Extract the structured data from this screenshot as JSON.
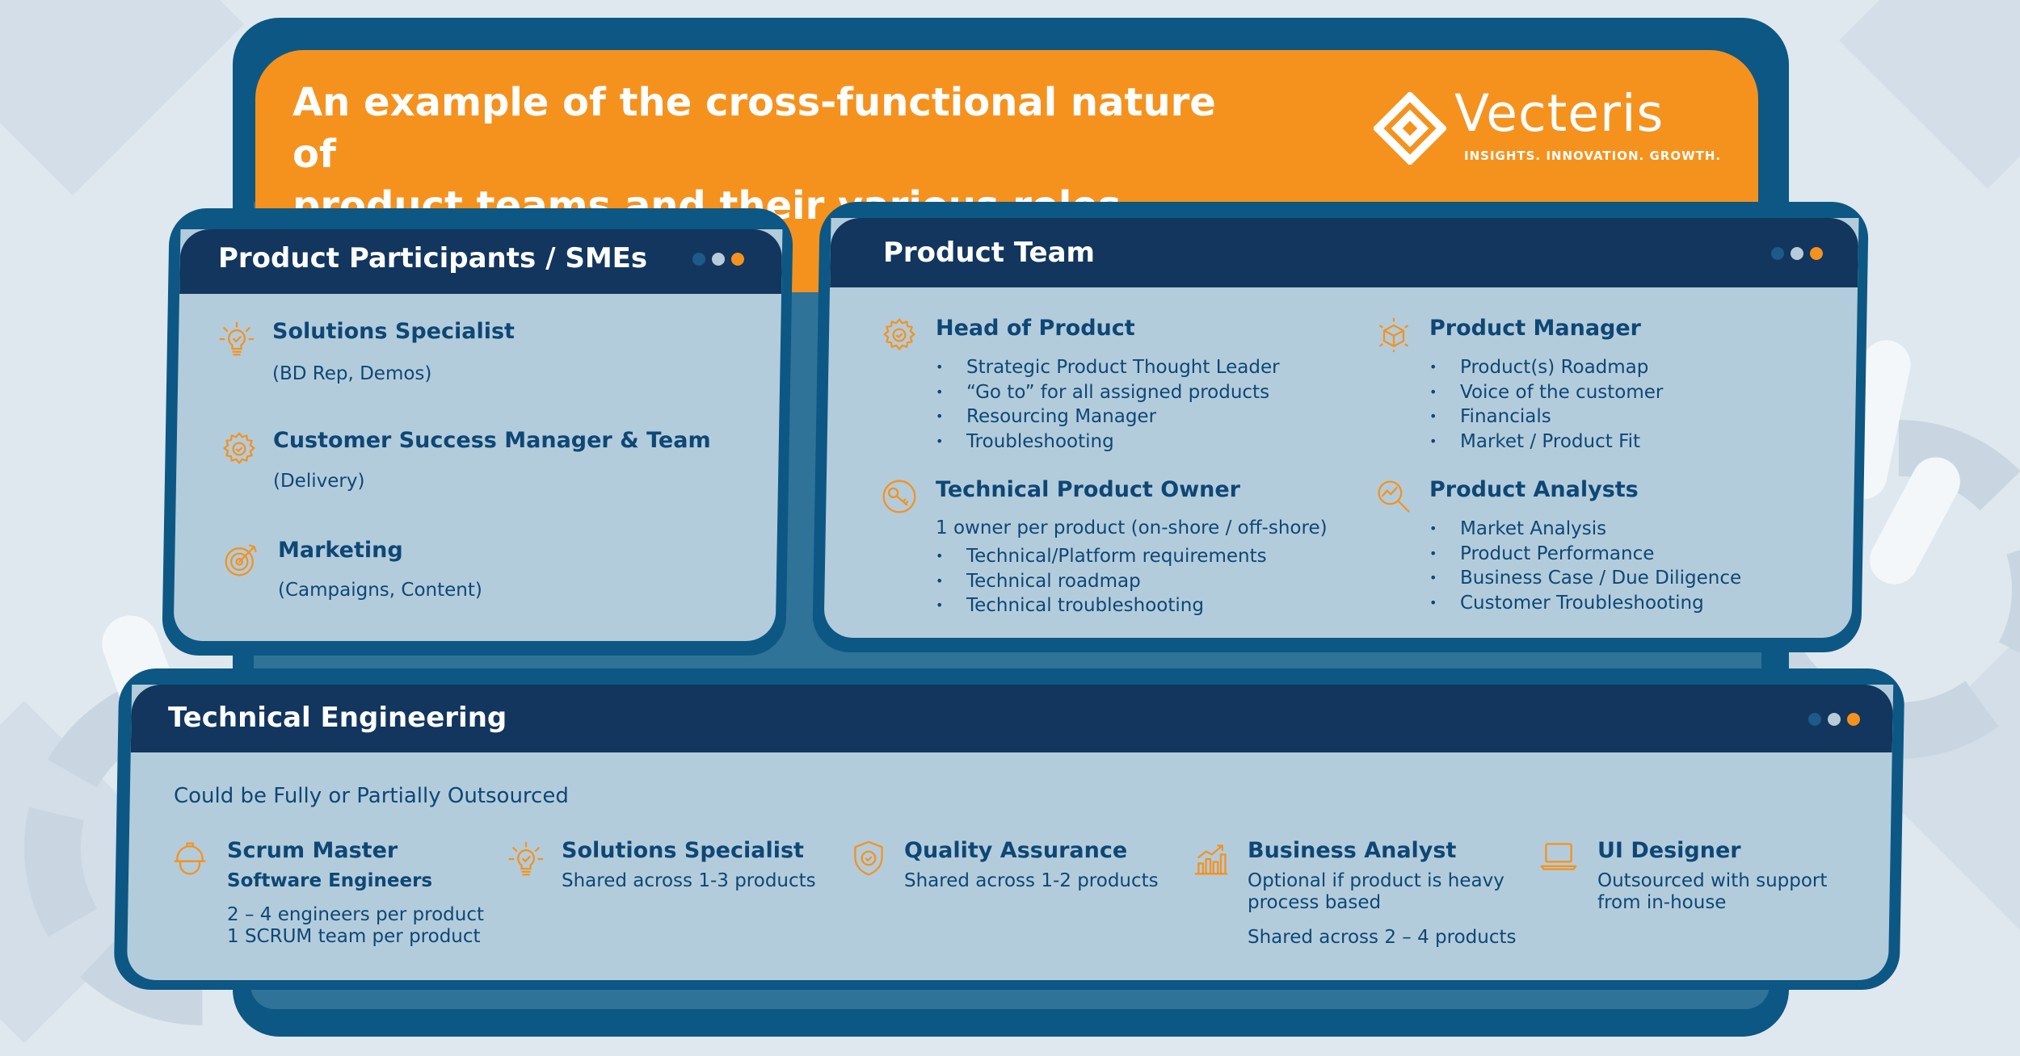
{
  "header": {
    "title_line1": "An example of the cross-functional nature of",
    "title_line2": "product teams and their various roles"
  },
  "logo": {
    "name": "Vecteris",
    "tagline": "INSIGHTS. INNOVATION. GROWTH."
  },
  "colors": {
    "accent": "#f5921e",
    "navy": "#12365d",
    "frame": "#0d5784",
    "card": "#b3ccdc",
    "text": "#0e4775"
  },
  "participants": {
    "title": "Product Participants / SMEs",
    "roles": [
      {
        "icon": "lightbulb-icon",
        "title": "Solutions Specialist",
        "sub": "(BD Rep, Demos)"
      },
      {
        "icon": "gear-icon",
        "title": "Customer Success Manager & Team",
        "sub": "(Delivery)"
      },
      {
        "icon": "target-icon",
        "title": "Marketing",
        "sub": "(Campaigns, Content)"
      }
    ]
  },
  "product_team": {
    "title": "Product Team",
    "head": {
      "icon": "gear-icon",
      "title": "Head of Product",
      "bullets": [
        "Strategic Product Thought Leader",
        "“Go to” for all assigned products",
        "Resourcing Manager",
        "Troubleshooting"
      ]
    },
    "manager": {
      "icon": "cube-icon",
      "title": "Product Manager",
      "bullets": [
        "Product(s) Roadmap",
        "Voice of the customer",
        "Financials",
        "Market / Product Fit"
      ]
    },
    "tpo": {
      "icon": "key-icon",
      "title": "Technical Product Owner",
      "note": "1 owner per product (on-shore / off-shore)",
      "bullets": [
        "Technical/Platform requirements",
        "Technical roadmap",
        "Technical troubleshooting"
      ]
    },
    "analysts": {
      "icon": "analytics-icon",
      "title": "Product Analysts",
      "bullets": [
        "Market Analysis",
        "Product Performance",
        "Business Case / Due Diligence",
        "Customer Troubleshooting"
      ]
    }
  },
  "engineering": {
    "title": "Technical Engineering",
    "subtitle": "Could be Fully or Partially Outsourced",
    "roles": [
      {
        "icon": "hardhat-icon",
        "title": "Scrum Master",
        "line1": "Software Engineers",
        "line2": "2 – 4 engineers per product",
        "line3": "1 SCRUM team per product"
      },
      {
        "icon": "lightbulb-icon",
        "title": "Solutions Specialist",
        "line1": "Shared across 1-3 products"
      },
      {
        "icon": "shield-icon",
        "title": "Quality Assurance",
        "line1": "Shared across 1-2 products"
      },
      {
        "icon": "bar-chart-icon",
        "title": "Business Analyst",
        "line1": "Optional if product is heavy",
        "line2": "process based",
        "line3": "Shared across 2 – 4 products"
      },
      {
        "icon": "laptop-icon",
        "title": "UI Designer",
        "line1": "Outsourced with support",
        "line2": "from in-house"
      }
    ]
  }
}
